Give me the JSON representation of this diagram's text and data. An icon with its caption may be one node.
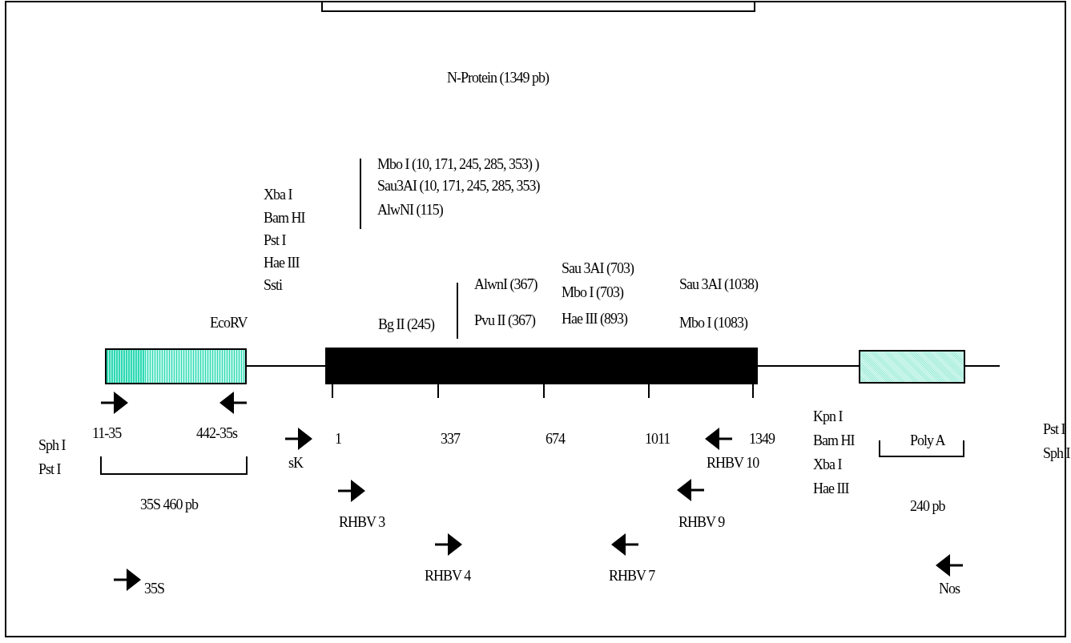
{
  "diagram": {
    "nodes": [
      {
        "text": [],
        "shape": "box"
      },
      {
        "text": [],
        "shape": "bar"
      },
      {
        "text": [],
        "shape": "box",
        "beside": [
          "Poly A"
        ]
      }
    ],
    "edges": [
      {
        "from": 0,
        "to": 1,
        "arrow": "none"
      },
      {
        "from": 1,
        "to": 2,
        "arrow": "none"
      },
      {
        "from": 2,
        "to": null,
        "arrow": "none"
      }
    ],
    "labels": [
      "N-Protein (1349 pb)",
      "Mbo I (10, 171, 245, 285, 353) )",
      "Sau3AI (10, 171, 245, 285, 353)",
      "AlwNI (115)",
      "Xba I",
      "Bam HI",
      "Pst I",
      "Hae III",
      "Ssti",
      "EcoRV",
      "Bg II (245)",
      "AlwnI (367)",
      "Pvu II (367)",
      "Sau 3AI (703)",
      "Mbo I (703)",
      "Hae III (893)",
      "Sau 3AI (1038)",
      "Mbo I (1083)",
      "11-35",
      "442-35s",
      "Sph I",
      "Pst I",
      "sK",
      "1",
      "337",
      "674",
      "1011",
      "RHBV 10",
      "1349",
      "Kpn I",
      "Bam HI",
      "Xba I",
      "Hae III",
      "Pst I",
      "Sph I",
      "35S 460 pb",
      "RHBV 3",
      "240 pb",
      "RHBV 9",
      "RHBV 4",
      "RHBV 7",
      "35S",
      "Nos"
    ]
  }
}
